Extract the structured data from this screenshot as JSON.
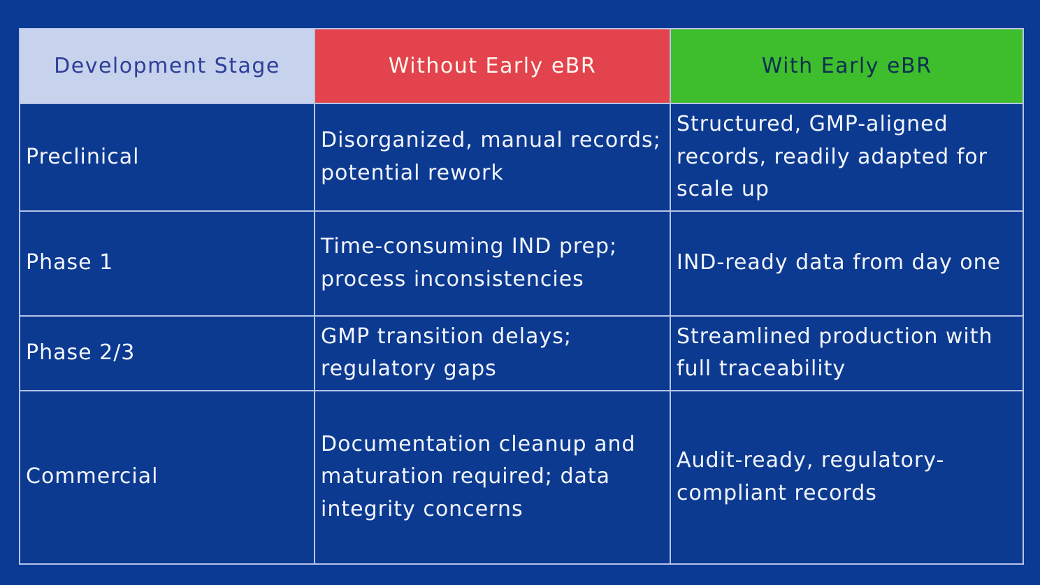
{
  "chart_data": {
    "type": "table",
    "title": "",
    "columns": [
      "Development Stage",
      "Without Early eBR",
      "With Early eBR"
    ],
    "rows": [
      [
        "Preclinical",
        "Disorganized, manual records; potential rework",
        "Structured, GMP-aligned records, readily adapted for scale up"
      ],
      [
        "Phase 1",
        "Time-consuming IND prep; process inconsistencies",
        "IND-ready data from day one"
      ],
      [
        "Phase 2/3",
        "GMP transition delays; regulatory gaps",
        "Streamlined production with full traceability"
      ],
      [
        "Commercial",
        "Documentation cleanup and maturation required; data integrity concerns",
        "Audit-ready, regulatory-compliant records"
      ]
    ],
    "layout_hints": {
      "header_position": "top",
      "grid": "on",
      "first_column_is_row_header": true
    }
  },
  "colors": {
    "page_background": "#0b3a94",
    "cell_background": "#0d3a91",
    "grid_border": "#b5c4e8",
    "header_stage_bg": "#c7d3ed",
    "header_stage_text": "#2e3f97",
    "header_without_bg": "#e2434c",
    "header_without_text": "#fdf8f1",
    "header_with_bg": "#3fbe2d",
    "header_with_text": "#0c3050",
    "body_text": "#f2f6fc"
  }
}
